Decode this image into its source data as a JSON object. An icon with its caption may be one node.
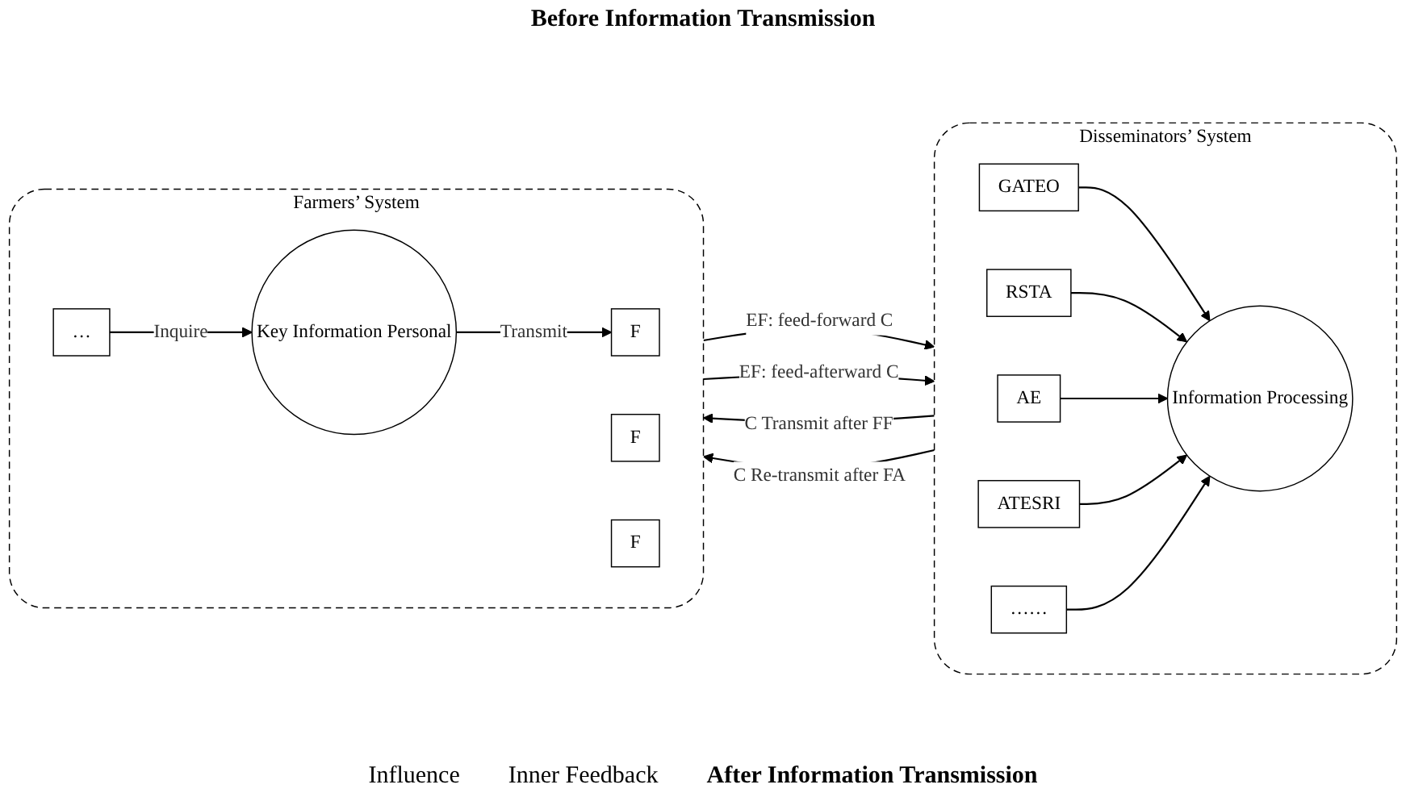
{
  "diagram": {
    "nodes": [
      {
        "text": [
          "Disseminators’ System"
        ]
      },
      {
        "text": [
          "GATEO"
        ],
        "in": 0
      },
      {
        "text": [
          "RSTA"
        ],
        "in": 0
      },
      {
        "text": [
          "AE"
        ],
        "in": 0
      },
      {
        "text": [
          "ATESRI"
        ],
        "in": 0
      },
      {
        "text": [
          "……"
        ],
        "in": 0
      },
      {
        "text": [
          "Information Processing"
        ],
        "in": 0
      },
      {
        "text": [
          "Farmers’ System"
        ]
      },
      {
        "text": [
          "Key Information Personal"
        ],
        "in": 7
      },
      {
        "text": [
          "F"
        ],
        "in": 7
      },
      {
        "text": [
          "F"
        ],
        "in": 7
      },
      {
        "text": [
          "…"
        ],
        "in": 7
      },
      {
        "text": [
          "F"
        ],
        "in": 7
      }
    ],
    "edges": [
      {
        "from": 1,
        "to": 6,
        "arrow": "to"
      },
      {
        "from": 2,
        "to": 6,
        "arrow": "to"
      },
      {
        "from": 3,
        "to": 6,
        "arrow": "to"
      },
      {
        "from": 4,
        "to": 6,
        "arrow": "to"
      },
      {
        "from": 5,
        "to": 6,
        "arrow": "to"
      },
      {
        "from": 7,
        "to": 0,
        "arrow": "to",
        "label": "EF: feed-forward C"
      },
      {
        "from": 0,
        "to": 7,
        "arrow": "to",
        "label": "C Transmit after FF"
      },
      {
        "from": 7,
        "to": 0,
        "arrow": "to",
        "label": "EF: feed-afterward C"
      },
      {
        "from": 0,
        "to": 7,
        "arrow": "to",
        "label": "C Re-transmit after FA"
      },
      {
        "from": 8,
        "to": 9,
        "arrow": "to",
        "label": "Transmit"
      },
      {
        "from": 11,
        "to": 8,
        "arrow": "to",
        "label": "Inquire"
      }
    ],
    "labels": [
      "Before Information Transmission",
      "Influence",
      "Inner Feedback",
      "After Information Transmission"
    ]
  }
}
